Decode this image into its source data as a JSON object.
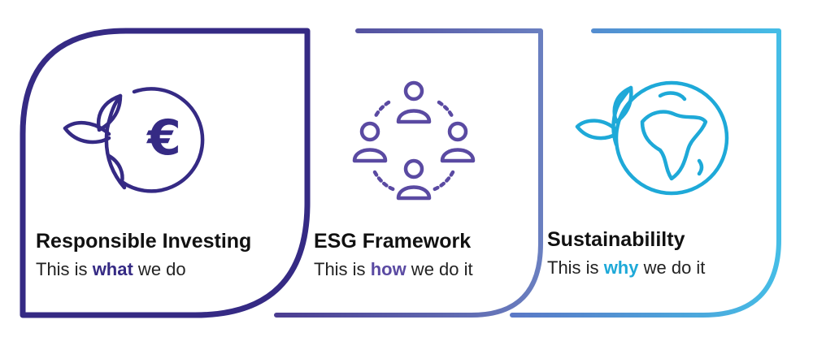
{
  "colors": {
    "card1": "#352a84",
    "card2_start": "#4b3d91",
    "card2_end": "#6a7fc0",
    "card3_start": "#5a78c6",
    "card3_end": "#45bde6",
    "icon1": "#352a84",
    "icon2": "#5a4aa2",
    "icon3": "#1ea9d8",
    "title_text": "#111111",
    "sub_text": "#222222"
  },
  "cards": [
    {
      "icon": "euro-plant-icon",
      "icon_glyph": "€",
      "title": "Responsible Investing",
      "sub_prefix": "This is ",
      "sub_keyword": "what",
      "sub_suffix": " we do"
    },
    {
      "icon": "people-network-icon",
      "title": "ESG Framework",
      "sub_prefix": "This is ",
      "sub_keyword": "how",
      "sub_suffix": " we do it"
    },
    {
      "icon": "globe-plant-icon",
      "title": "Sustainabililty",
      "sub_prefix": "This is ",
      "sub_keyword": "why",
      "sub_suffix": " we do it"
    }
  ]
}
